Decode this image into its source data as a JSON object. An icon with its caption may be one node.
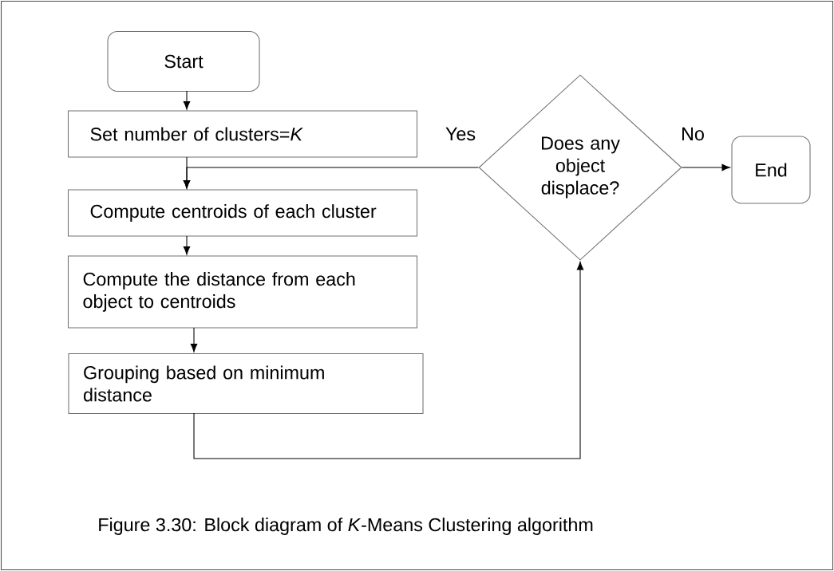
{
  "diagram": {
    "caption": "Figure 3.30: Block diagram of *K*-Means Clustering algorithm",
    "nodes": [
      {
        "text": [
          "Start"
        ]
      },
      {
        "text": [
          "Set number of clusters=*K*"
        ]
      },
      {
        "text": [
          "Compute centroids of each cluster"
        ]
      },
      {
        "text": [
          "Compute the distance from each object to centroids"
        ]
      },
      {
        "text": [
          "Grouping based on minimum distance"
        ]
      },
      {
        "text": [
          "Does any object displace?"
        ]
      },
      {
        "text": [
          "End"
        ]
      }
    ],
    "edges": [
      {
        "from": 0,
        "to": 1,
        "arrow": "to"
      },
      {
        "from": 1,
        "to": 2,
        "arrow": "to"
      },
      {
        "from": 2,
        "to": 3,
        "arrow": "to"
      },
      {
        "from": 3,
        "to": 4,
        "arrow": "to"
      },
      {
        "from": 4,
        "to": 5,
        "arrow": "to"
      },
      {
        "from": 5,
        "to": 2,
        "arrow": "to",
        "label": "Yes"
      },
      {
        "from": 5,
        "to": 6,
        "arrow": "to",
        "label": "No"
      }
    ]
  }
}
